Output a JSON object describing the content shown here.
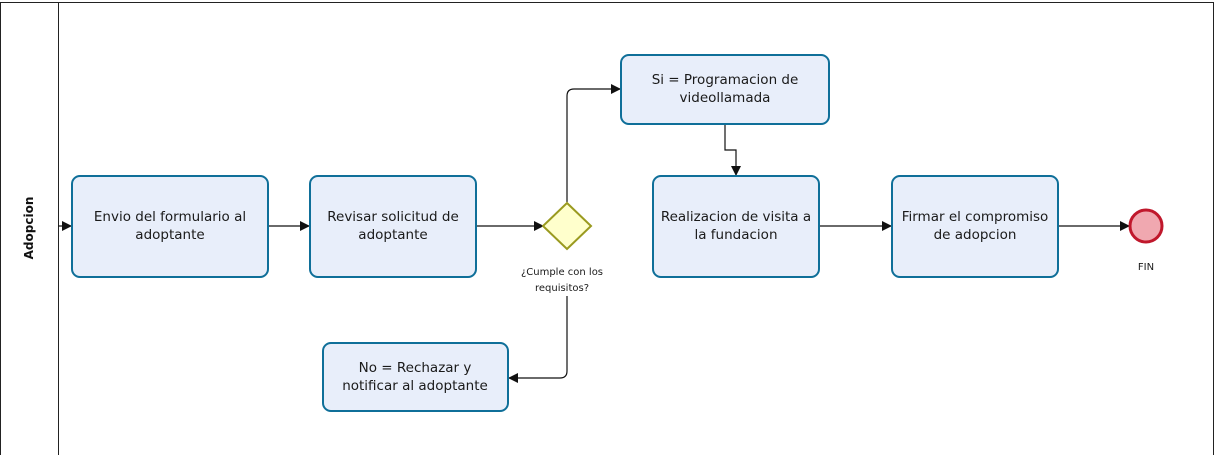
{
  "pool": {
    "lane_label": "Adopcion"
  },
  "tasks": {
    "envio": [
      "Envio del formulario al",
      "adoptante"
    ],
    "revisar": [
      "Revisar solicitud de",
      "adoptante"
    ],
    "programacion": [
      "Si = Programacion de",
      "videollamada"
    ],
    "realizacion": [
      "Realizacion de visita a",
      "la fundacion"
    ],
    "firmar": [
      "Firmar el compromiso",
      "de adopcion"
    ],
    "rechazar": [
      "No = Rechazar y",
      "notificar al adoptante"
    ]
  },
  "gateway": {
    "question": [
      "¿Cumple con los",
      "requisitos?"
    ]
  },
  "end_event": {
    "label": "FIN"
  },
  "colors": {
    "task_fill": "#e8eefa",
    "task_stroke": "#0f6f99",
    "gateway_fill": "#ffffcc",
    "gateway_stroke": "#9a9a1f",
    "end_fill": "#f0a8b0",
    "end_stroke": "#c0182c"
  }
}
